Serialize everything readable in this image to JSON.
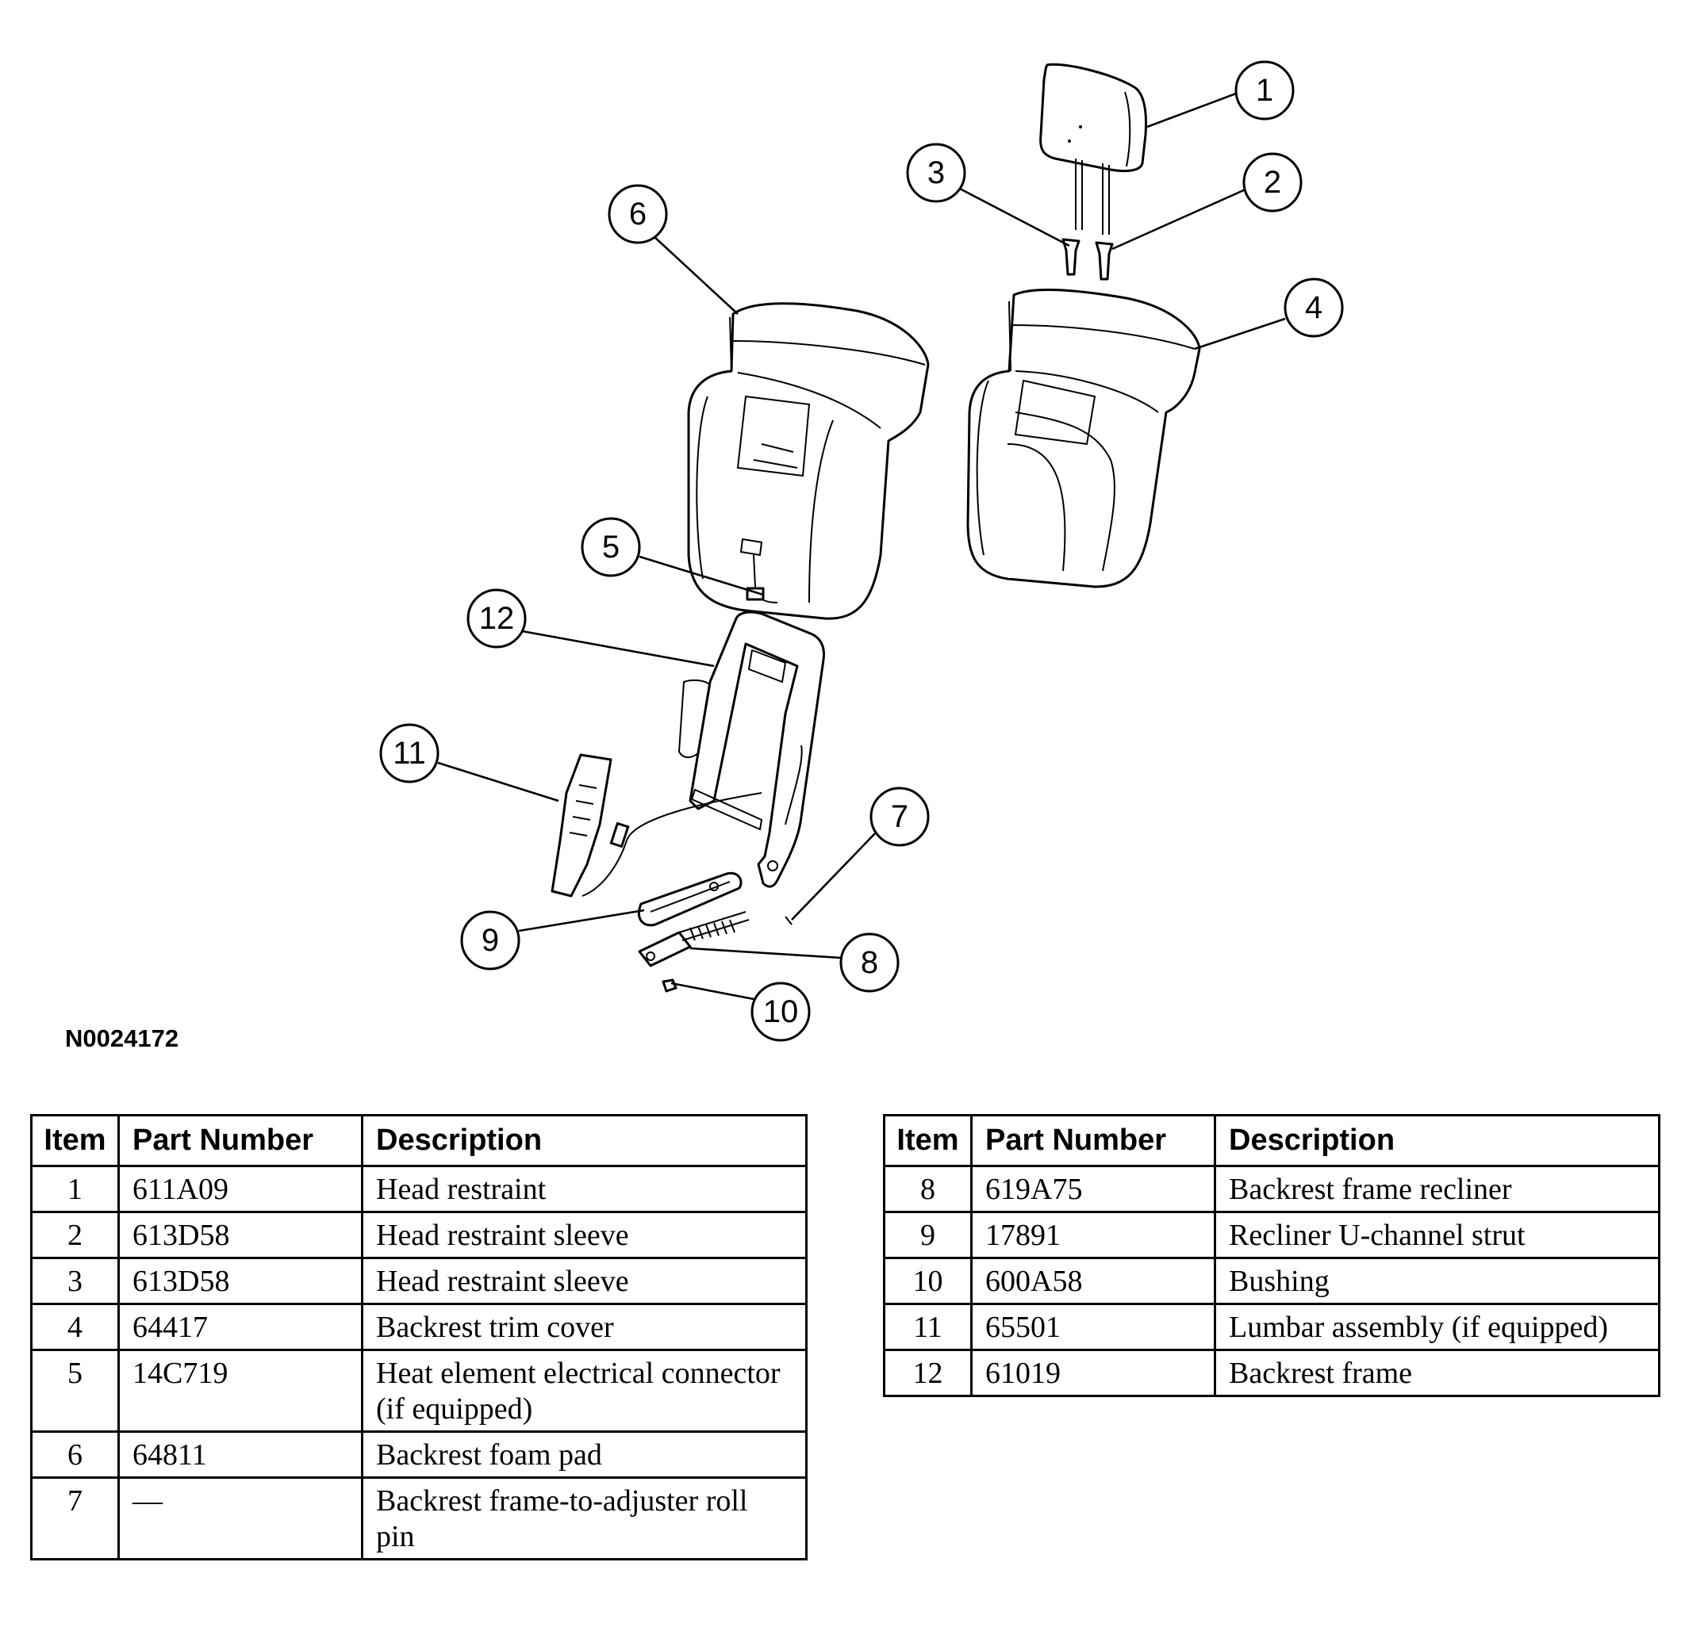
{
  "figure_id": "N0024172",
  "callouts": [
    {
      "n": "1"
    },
    {
      "n": "2"
    },
    {
      "n": "3"
    },
    {
      "n": "4"
    },
    {
      "n": "5"
    },
    {
      "n": "6"
    },
    {
      "n": "7"
    },
    {
      "n": "8"
    },
    {
      "n": "9"
    },
    {
      "n": "10"
    },
    {
      "n": "11"
    },
    {
      "n": "12"
    }
  ],
  "tables": [
    {
      "headers": {
        "item": "Item",
        "part": "Part Number",
        "desc": "Description"
      },
      "rows": [
        {
          "item": "1",
          "part": "611A09",
          "desc": "Head restraint"
        },
        {
          "item": "2",
          "part": "613D58",
          "desc": "Head restraint sleeve"
        },
        {
          "item": "3",
          "part": "613D58",
          "desc": "Head restraint sleeve"
        },
        {
          "item": "4",
          "part": "64417",
          "desc": "Backrest trim cover"
        },
        {
          "item": "5",
          "part": "14C719",
          "desc": "Heat element electrical connector (if equipped)"
        },
        {
          "item": "6",
          "part": "64811",
          "desc": "Backrest foam pad"
        },
        {
          "item": "7",
          "part": "—",
          "desc": "Backrest frame-to-adjuster roll pin"
        }
      ]
    },
    {
      "headers": {
        "item": "Item",
        "part": "Part Number",
        "desc": "Description"
      },
      "rows": [
        {
          "item": "8",
          "part": "619A75",
          "desc": "Backrest frame recliner"
        },
        {
          "item": "9",
          "part": "17891",
          "desc": "Recliner U-channel strut"
        },
        {
          "item": "10",
          "part": "600A58",
          "desc": "Bushing"
        },
        {
          "item": "11",
          "part": "65501",
          "desc": "Lumbar assembly (if equipped)"
        },
        {
          "item": "12",
          "part": "61019",
          "desc": "Backrest frame"
        }
      ]
    }
  ]
}
